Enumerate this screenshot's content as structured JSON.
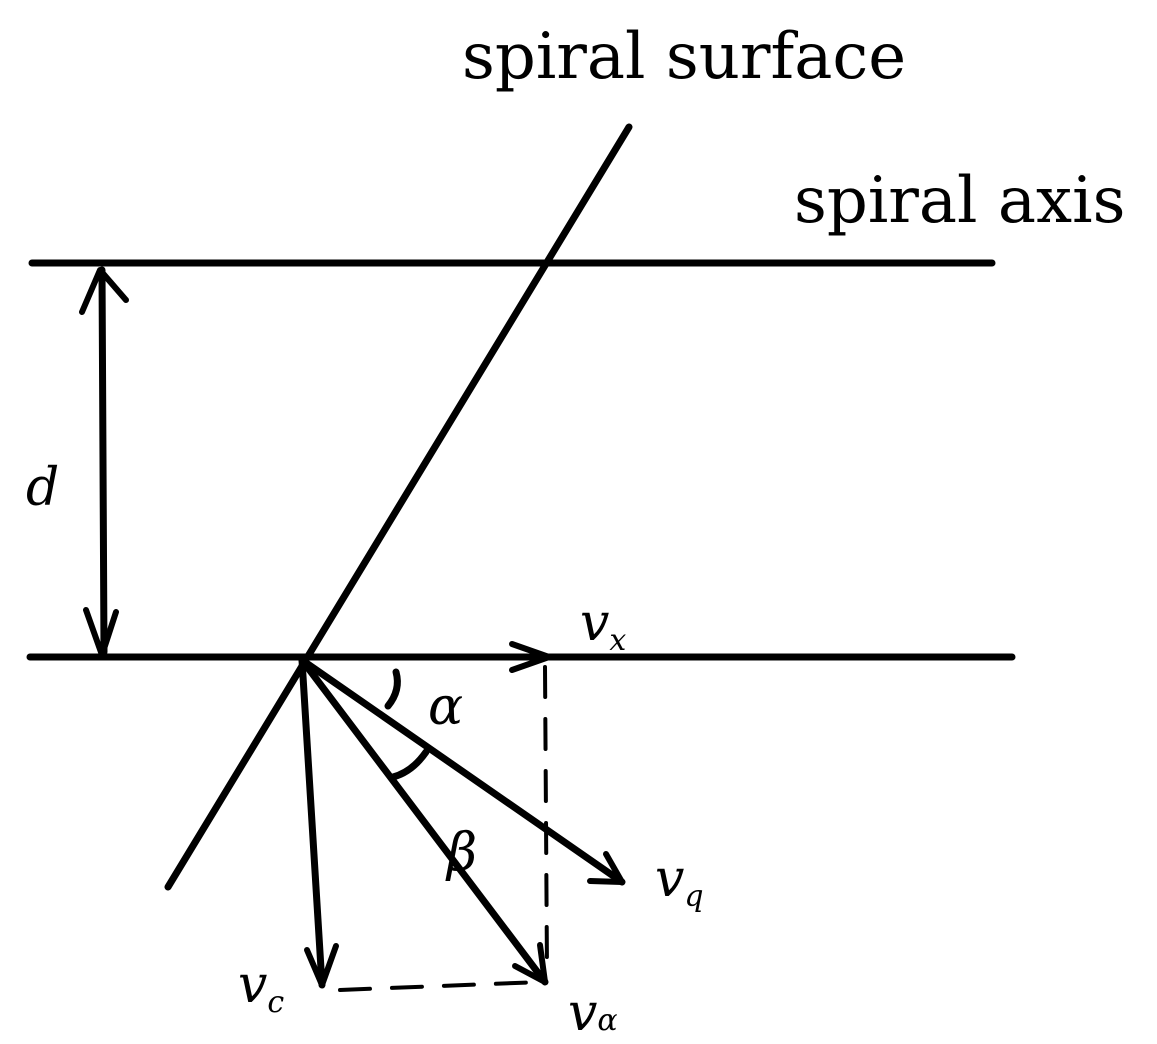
{
  "labels": {
    "spiral_surface": "spiral surface",
    "spiral_axis": "spiral axis",
    "d": "d",
    "alpha": "α",
    "beta": "β"
  },
  "vectors": {
    "vx": {
      "base": "v",
      "sub": "x"
    },
    "vq": {
      "base": "v",
      "sub": "q"
    },
    "vc": {
      "base": "v",
      "sub": "c"
    },
    "valpha": {
      "base": "v",
      "sub": "α"
    }
  },
  "colors": {
    "line": "#000000",
    "background": "#ffffff"
  }
}
